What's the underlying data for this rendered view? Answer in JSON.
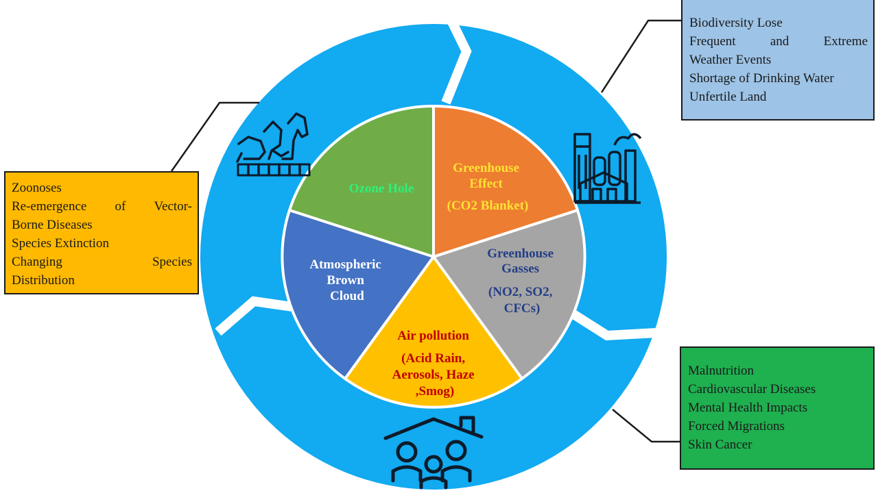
{
  "colors": {
    "ring": "#12aaf0",
    "ozone": "#70ad47",
    "greenhouse_effect": "#ed7d31",
    "greenhouse_gasses": "#a5a5a5",
    "air_pollution": "#ffc000",
    "brown_cloud": "#4472c4",
    "animals_box": "#ffb900",
    "environment_box": "#9dc3e6",
    "human_box": "#1fb050"
  },
  "slices": {
    "ozone": {
      "lines": [
        "Ozone Hole"
      ],
      "color": "#2ef07a"
    },
    "greenhouse_effect": {
      "lines": [
        "Greenhouse",
        "Effect",
        "(CO2 Blanket)"
      ],
      "color": "#ffe135"
    },
    "greenhouse_gasses": {
      "lines": [
        "Greenhouse",
        "Gasses",
        "(NO2, SO2,",
        "CFCs)"
      ],
      "color": "#233e86"
    },
    "air_pollution": {
      "lines": [
        "Air pollution",
        "(Acid Rain,",
        "Aerosols, Haze",
        ",Smog)"
      ],
      "color": "#c00000"
    },
    "brown_cloud": {
      "lines": [
        "Atmospheric",
        "Brown",
        "Cloud"
      ],
      "color": "#ffffff"
    }
  },
  "icons": {
    "animals": "animals-icon",
    "industry": "factory-icon",
    "human": "family-house-icon"
  },
  "boxes": {
    "animals": {
      "lines": [
        "Zoonoses",
        "Re-emergence of Vector-",
        "Borne Diseases",
        "Species Extinction",
        "Changing Species",
        "Distribution"
      ]
    },
    "environment": {
      "lines": [
        "Biodiversity Lose",
        "Frequent and Extreme",
        "Weather Events",
        "Shortage of Drinking Water",
        "Unfertile Land"
      ]
    },
    "human": {
      "lines": [
        "Malnutrition",
        "Cardiovascular Diseases",
        "Mental Health Impacts",
        "Forced Migrations",
        "Skin Cancer"
      ]
    }
  }
}
